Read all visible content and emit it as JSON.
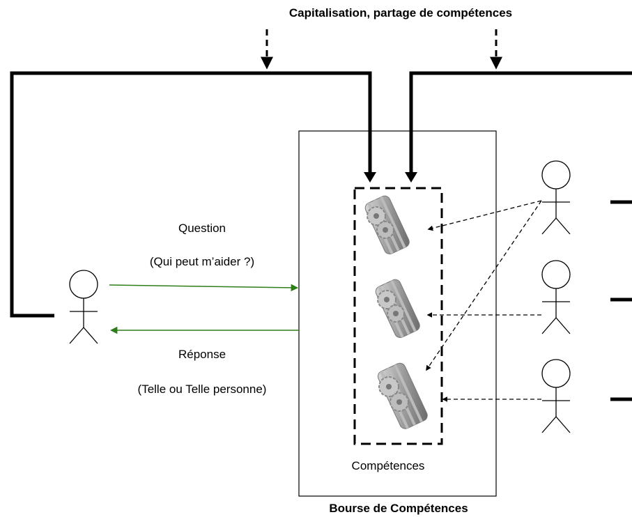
{
  "title_top": "Capitalisation, partage de compétences",
  "question": {
    "label": "Question",
    "sub": "(Qui peut m’aider ?)"
  },
  "answer": {
    "label": "Réponse",
    "sub": "(Telle ou Telle personne)"
  },
  "skills_label": "Compétences",
  "bottom_title": "Bourse de Compétences",
  "colors": {
    "line": "#000000",
    "exchange_arrow": "#2e7d1a",
    "gear": "#9e9e9e"
  }
}
